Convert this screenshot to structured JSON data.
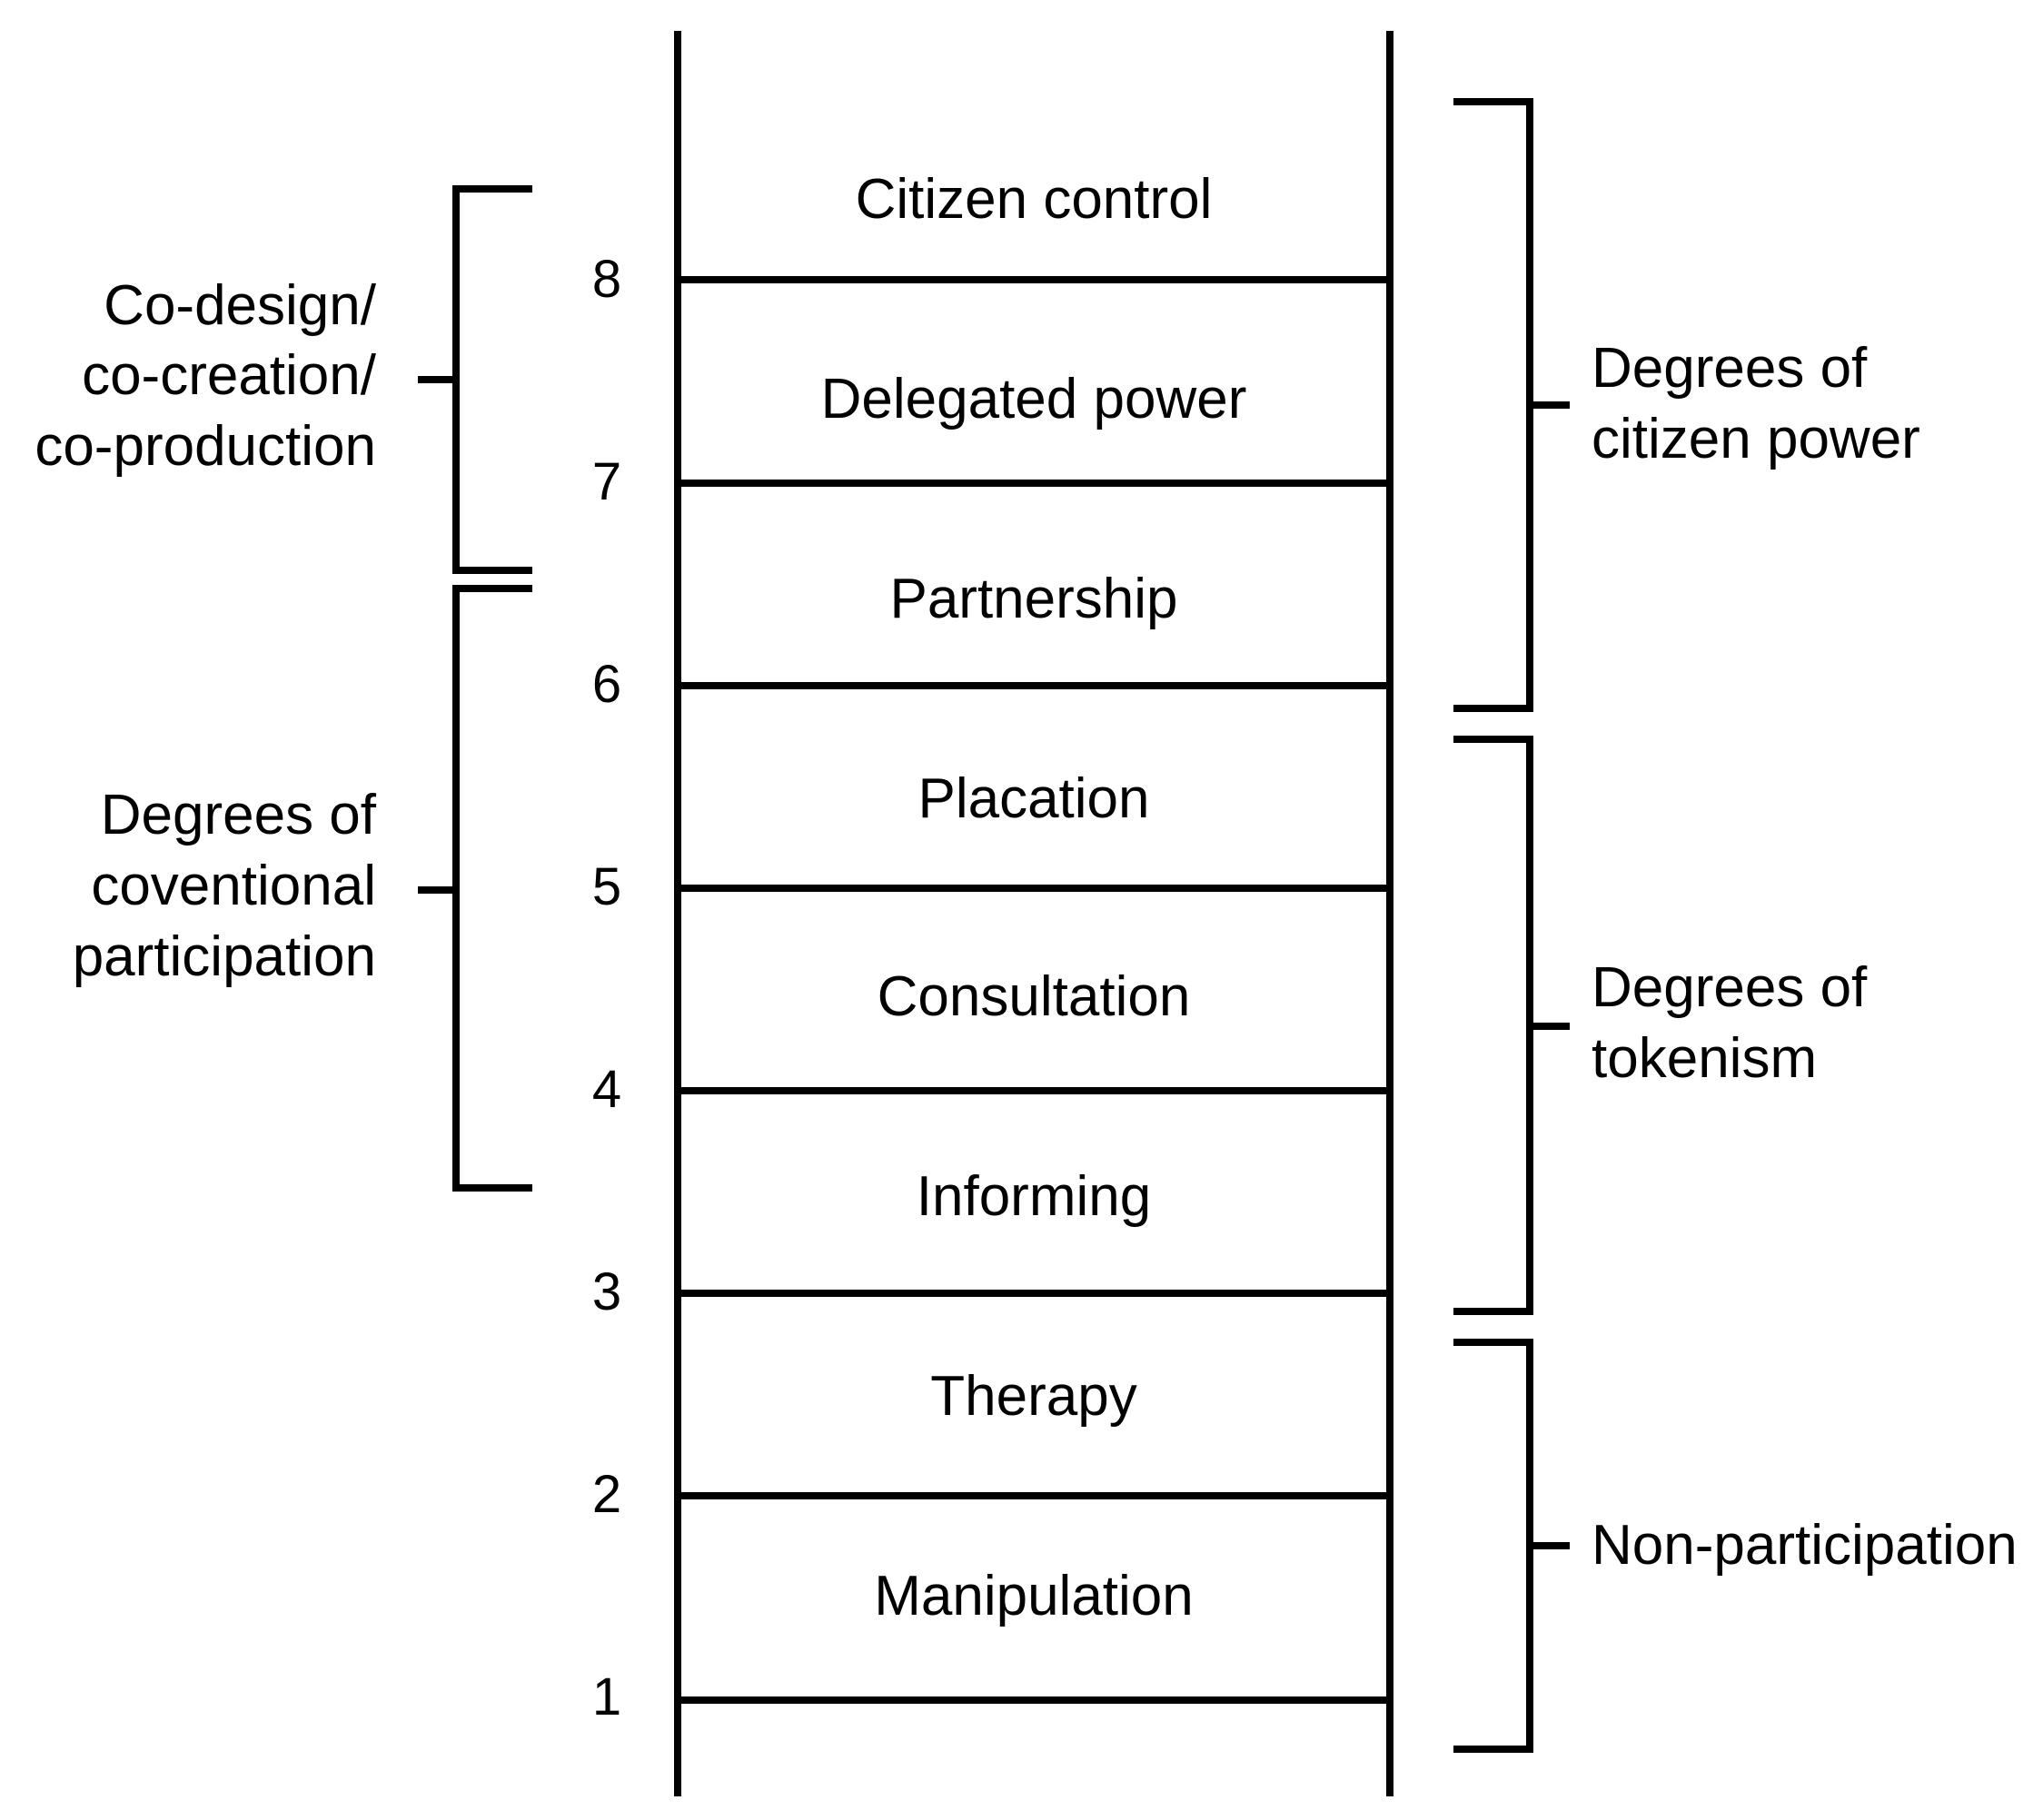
{
  "ladder": {
    "rungs": [
      {
        "number": "8",
        "label": "Citizen control"
      },
      {
        "number": "7",
        "label": "Delegated power"
      },
      {
        "number": "6",
        "label": "Partnership"
      },
      {
        "number": "5",
        "label": "Placation"
      },
      {
        "number": "4",
        "label": "Consultation"
      },
      {
        "number": "3",
        "label": "Informing"
      },
      {
        "number": "2",
        "label": "Therapy"
      },
      {
        "number": "1",
        "label": "Manipulation"
      }
    ]
  },
  "left_groups": [
    {
      "lines": [
        "Co-design/",
        "co-creation/",
        "co-production"
      ]
    },
    {
      "lines": [
        "Degrees of",
        "coventional",
        "participation"
      ]
    }
  ],
  "right_groups": [
    {
      "lines": [
        "Degrees of",
        "citizen power"
      ]
    },
    {
      "lines": [
        "Degrees of",
        "tokenism"
      ]
    },
    {
      "lines": [
        "Non-participation"
      ]
    }
  ],
  "colors": {
    "stroke": "#000000",
    "background": "#ffffff"
  }
}
